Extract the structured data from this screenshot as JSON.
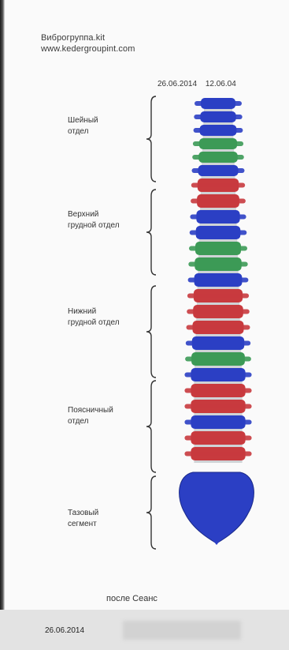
{
  "header": {
    "line1": "Виброгруппа.kit",
    "line2": "www.kedergroupint.com"
  },
  "dates": {
    "date1": "26.06.2014",
    "date2": "12.06.04"
  },
  "sections": [
    {
      "line1": "Шейный",
      "line2": "отдел"
    },
    {
      "line1": "Верхний",
      "line2": "грудной отдел"
    },
    {
      "line1": "Нижний",
      "line2": "грудной отдел"
    },
    {
      "line1": "Поясничный",
      "line2": "отдел"
    },
    {
      "line1": "Тазовый",
      "line2": "сегмент"
    }
  ],
  "footer": {
    "caption": "после Сеанс",
    "date": "26.06.2014"
  },
  "colors": {
    "blue": "#2b3fc4",
    "red": "#c83a3e",
    "green": "#3c9a56",
    "disc": "#cfd3d6"
  }
}
